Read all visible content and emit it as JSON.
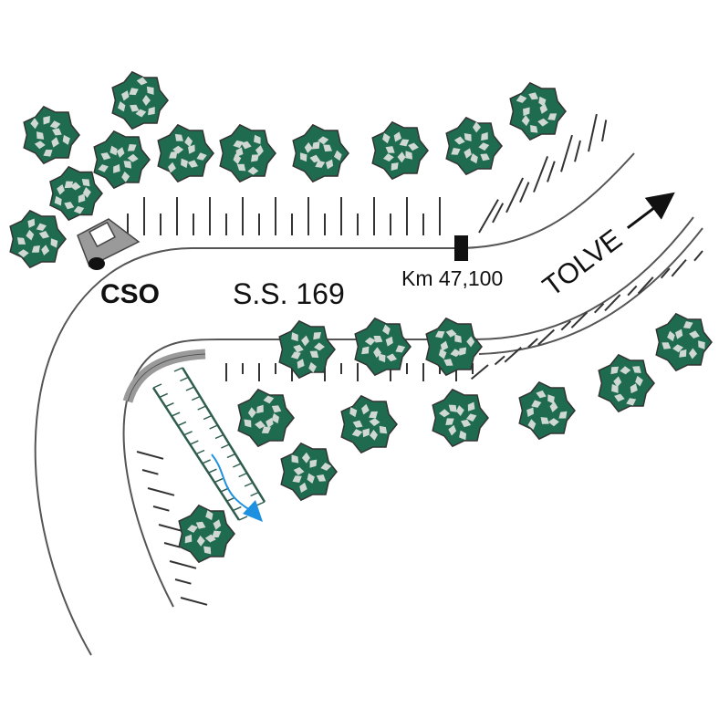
{
  "labels": {
    "site": "CSO",
    "road": "S.S. 169",
    "kilometer": "Km 47,100",
    "direction": "TOLVE"
  },
  "colors": {
    "road_line": "#555555",
    "tree_outline": "#333333",
    "tree_fill": "#1f6b4f",
    "tree_highlight": "#cfd8d2",
    "structure_gray": "#9a9a9a",
    "channel_green": "#2e5d4f",
    "flow_arrow": "#1e90e0",
    "marker": "#111111"
  },
  "icons": {
    "tree": "tree-canopy-icon",
    "culvert": "culvert-structure-icon",
    "km_marker": "kilometer-post-icon",
    "direction_arrow": "arrow-right-icon",
    "water_flow": "water-flow-arrow-icon"
  }
}
